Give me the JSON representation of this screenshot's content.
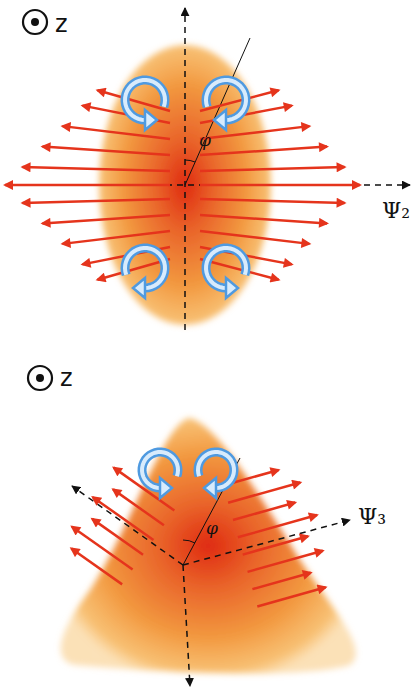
{
  "diagram": {
    "labels": [
      "z",
      "Ψ₂",
      "φ",
      "z",
      "Ψ₃",
      "φ"
    ]
  }
}
